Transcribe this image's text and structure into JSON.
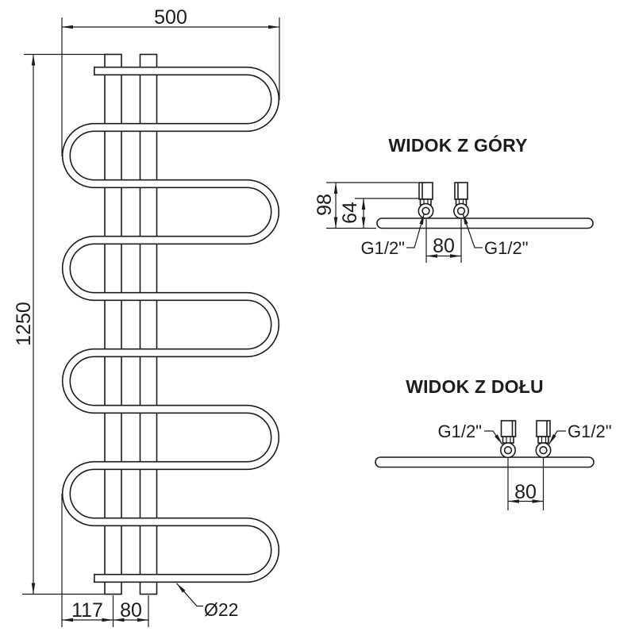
{
  "drawing": {
    "front_view": {
      "dim_width": "500",
      "dim_height": "1250",
      "dim_rail_offset": "117",
      "dim_rail_spacing": "80",
      "pipe_diameter_label": "Ø22"
    },
    "top_view": {
      "title": "WIDOK Z GÓRY",
      "dim_total_depth": "98",
      "dim_axis_depth": "64",
      "dim_connection_spacing": "80",
      "connection_left_label": "G1/2\"",
      "connection_right_label": "G1/2\""
    },
    "bottom_view": {
      "title": "WIDOK Z DOŁU",
      "dim_connection_spacing": "80",
      "connection_left_label": "G1/2\"",
      "connection_right_label": "G1/2\""
    },
    "colors": {
      "line": "#1c1c1c",
      "background": "#ffffff"
    }
  }
}
